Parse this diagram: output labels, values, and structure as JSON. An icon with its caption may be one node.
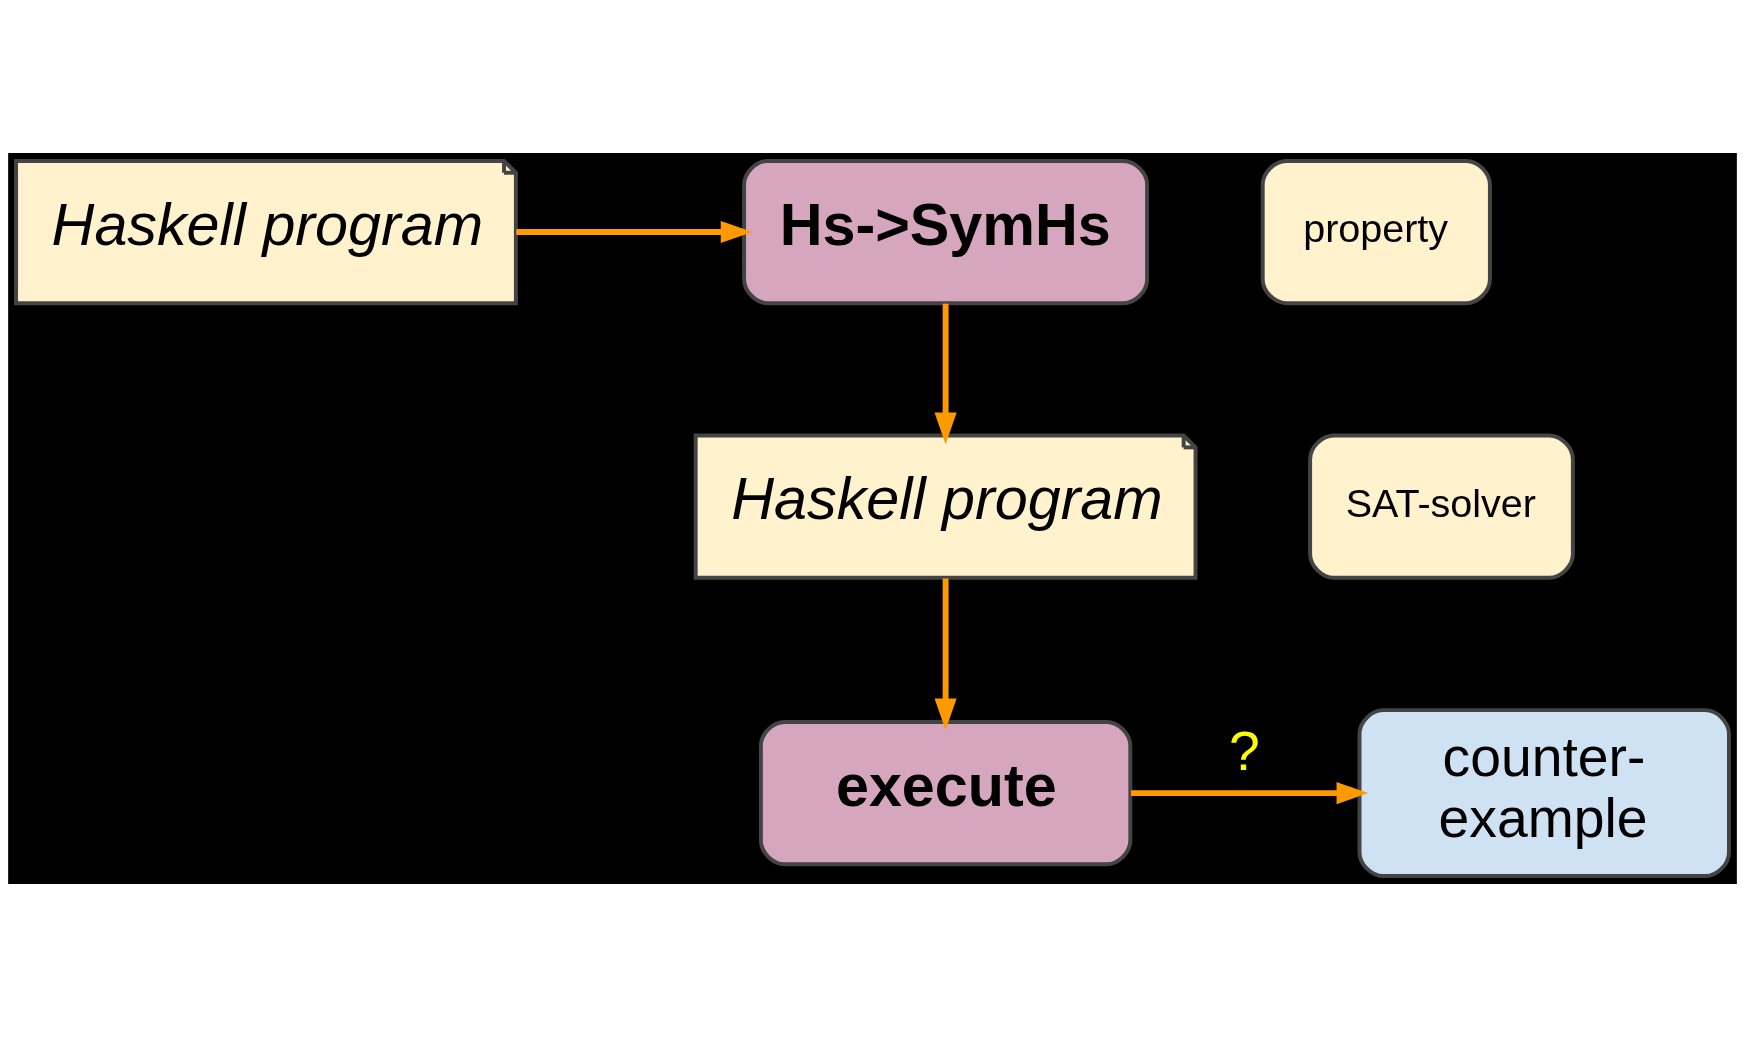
{
  "diagram": {
    "nodes": [
      {
        "text": [
          "Haskell program"
        ]
      },
      {
        "text": [
          "property"
        ]
      },
      {
        "text": [
          "Hs->SymHs"
        ]
      },
      {
        "text": [
          "Haskell program"
        ]
      },
      {
        "text": [
          "SAT-solver"
        ]
      },
      {
        "text": [
          "execute"
        ]
      },
      {
        "text": [
          "counter- example"
        ]
      }
    ],
    "edges": [
      {
        "from": 0,
        "to": 2,
        "arrow": "to"
      },
      {
        "from": 2,
        "to": 3,
        "arrow": "to"
      },
      {
        "from": 3,
        "to": 5,
        "arrow": "to"
      },
      {
        "from": 5,
        "to": 6,
        "arrow": "to",
        "label": "?"
      }
    ]
  }
}
